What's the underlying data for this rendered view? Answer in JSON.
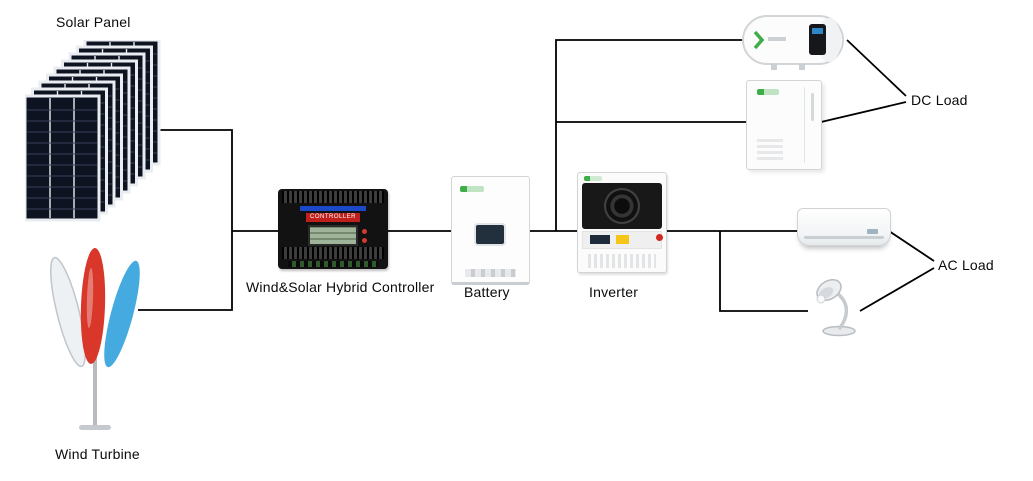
{
  "labels": {
    "solar_panel": "Solar Panel",
    "wind_turbine": "Wind Turbine",
    "controller": "Wind&Solar Hybrid Controller",
    "battery": "Battery",
    "inverter": "Inverter",
    "dc_load": "DC Load",
    "ac_load": "AC Load"
  },
  "devices": {
    "controller_text": "CONTROLLER"
  },
  "icons": {
    "solar_panel": "solar-panel-stack",
    "wind_turbine": "vertical-axis-wind-turbine",
    "controller": "hybrid-charge-controller",
    "battery": "wall-mount-battery",
    "inverter": "hybrid-inverter-with-fan",
    "dc_load_devices": [
      "water-heater",
      "refrigerator-freezer-box"
    ],
    "ac_load_devices": [
      "split-air-conditioner",
      "desk-lamp"
    ]
  },
  "connections": [
    {
      "from": "solar-panel",
      "to": "hybrid-controller"
    },
    {
      "from": "wind-turbine",
      "to": "hybrid-controller"
    },
    {
      "from": "hybrid-controller",
      "to": "battery"
    },
    {
      "from": "battery",
      "to": "inverter"
    },
    {
      "from": "battery-inverter-bus",
      "to": "water-heater"
    },
    {
      "from": "battery-inverter-bus",
      "to": "refrigerator-freezer-box"
    },
    {
      "from": "water-heater",
      "to": "dc-load-label"
    },
    {
      "from": "refrigerator-freezer-box",
      "to": "dc-load-label"
    },
    {
      "from": "inverter",
      "to": "air-conditioner"
    },
    {
      "from": "inverter",
      "to": "desk-lamp"
    },
    {
      "from": "air-conditioner",
      "to": "ac-load-label"
    },
    {
      "from": "desk-lamp",
      "to": "ac-load-label"
    }
  ],
  "colors": {
    "wire": "#000000",
    "solar_cell": "#0e1321",
    "blade_red": "#d8372a",
    "blade_blue": "#45aadf",
    "brand_green": "#3fae49",
    "background": "#ffffff"
  }
}
